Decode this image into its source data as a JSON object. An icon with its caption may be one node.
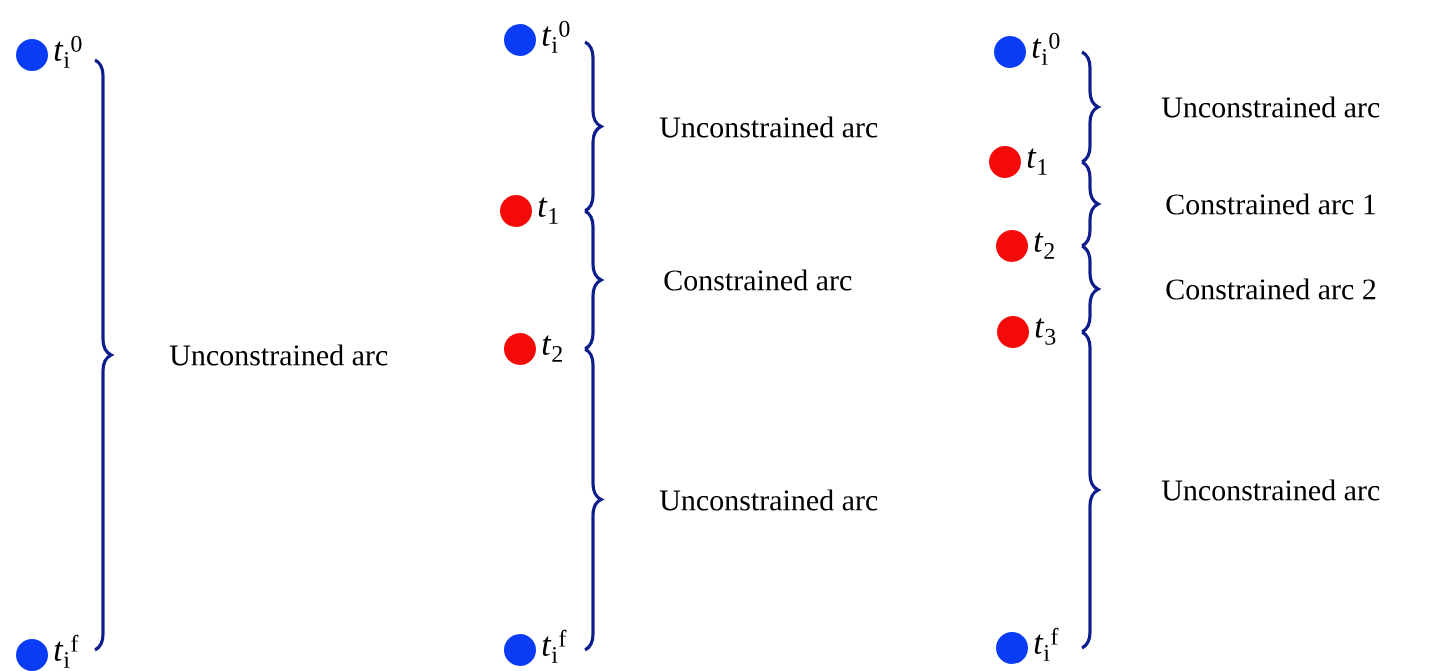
{
  "diagram": {
    "nodes": [
      {
        "text": [],
        "shape": "circle",
        "beside": [
          "*t*$_{i}$$^{0}$"
        ]
      },
      {
        "text": [],
        "shape": "circle",
        "beside": [
          "*t*$_{i}$$^{f}$"
        ]
      },
      {
        "text": [],
        "shape": "circle",
        "beside": [
          "*t*$_{i}$$^{0}$"
        ]
      },
      {
        "text": [],
        "shape": "circle",
        "beside": [
          "*t*$_{1}$"
        ]
      },
      {
        "text": [],
        "shape": "circle",
        "beside": [
          "*t*$_{2}$"
        ]
      },
      {
        "text": [],
        "shape": "circle",
        "beside": [
          "*t*$_{i}$$^{f}$"
        ]
      },
      {
        "text": [],
        "shape": "circle",
        "beside": [
          "*t*$_{i}$$^{0}$"
        ]
      },
      {
        "text": [],
        "shape": "circle",
        "beside": [
          "*t*$_{1}$"
        ]
      },
      {
        "text": [],
        "shape": "circle",
        "beside": [
          "*t*$_{2}$"
        ]
      },
      {
        "text": [],
        "shape": "circle",
        "beside": [
          "*t*$_{3}$"
        ]
      },
      {
        "text": [],
        "shape": "circle",
        "beside": [
          "*t*$_{i}$$^{f}$"
        ]
      }
    ],
    "labels": [
      "Unconstrained arc",
      "Unconstrained arc",
      "Constrained arc",
      "Unconstrained arc",
      "Unconstrained arc",
      "Constrained arc 1",
      "Constrained arc 2",
      "Unconstrained arc"
    ]
  }
}
